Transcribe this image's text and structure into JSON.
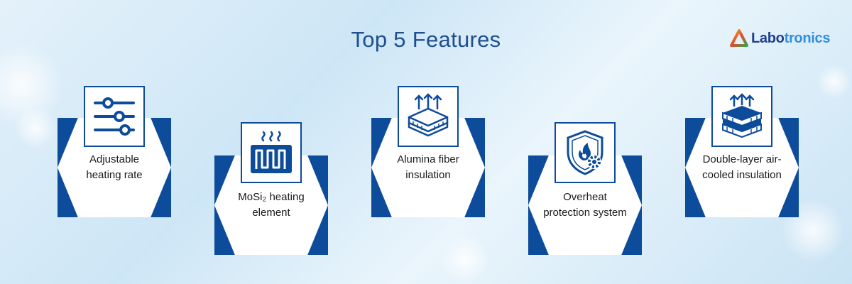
{
  "page": {
    "title": "Top 5 Features"
  },
  "logo": {
    "part1": "Labo",
    "part2": "tronics",
    "icon": "triangle-logo-icon"
  },
  "colors": {
    "primary": "#0d4b9b",
    "title": "#1f4f8f",
    "accent": "#2e8ee0"
  },
  "features": [
    {
      "label": "Adjustable heating rate",
      "icon": "sliders-icon"
    },
    {
      "label": "MoSi₂ heating element",
      "icon": "heating-element-icon"
    },
    {
      "label": "Alumina fiber insulation",
      "icon": "insulation-layer-icon"
    },
    {
      "label": "Overheat protection system",
      "icon": "fire-shield-icon"
    },
    {
      "label": "Double-layer air-cooled insulation",
      "icon": "double-layer-insulation-icon"
    }
  ]
}
